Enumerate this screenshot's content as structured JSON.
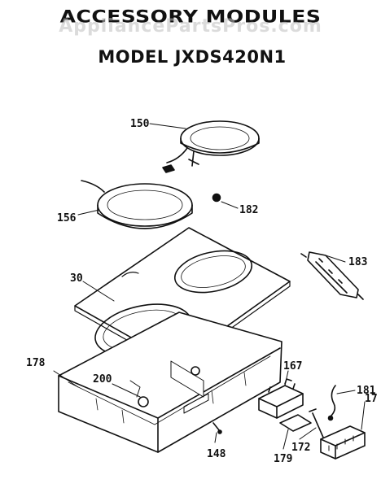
{
  "header": {
    "title": "ACCESSORY MODULES",
    "model": "MODEL JXDS420N1"
  },
  "watermark": "AppliancePartsPros.com",
  "callouts": {
    "p150": "150",
    "p156": "156",
    "p182": "182",
    "p30": "30",
    "p183": "183",
    "p178": "178",
    "p200": "200",
    "p167": "167",
    "p181": "181",
    "p17": "17",
    "p148": "148",
    "p179": "179",
    "p172": "172"
  },
  "colors": {
    "line": "#111111",
    "background": "#ffffff",
    "watermark": "#bebebe"
  }
}
